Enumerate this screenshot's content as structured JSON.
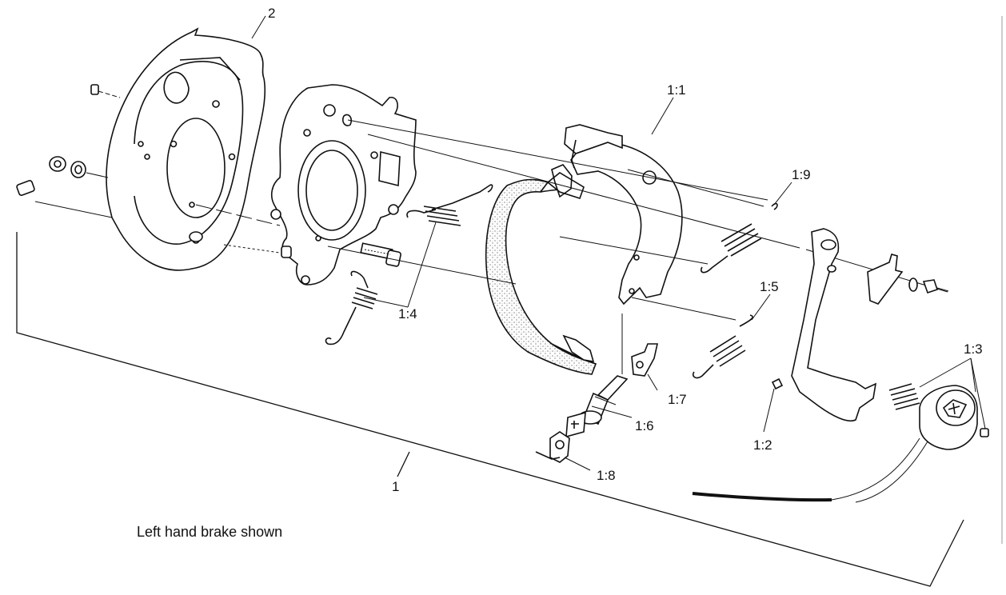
{
  "diagram": {
    "caption": "Left hand brake shown",
    "labels": {
      "backing_plate_assembly": "1",
      "dust_shield": "2",
      "brake_shoe": "1:1",
      "adjuster_clip": "1:2",
      "magnet_arm": "1:3",
      "shoe_spring": "1:4",
      "retractor_spring": "1:5",
      "adjuster_screw": "1:6",
      "adjuster_retainer": "1:7",
      "adjuster_lock": "1:8",
      "hold_spring": "1:9"
    }
  }
}
